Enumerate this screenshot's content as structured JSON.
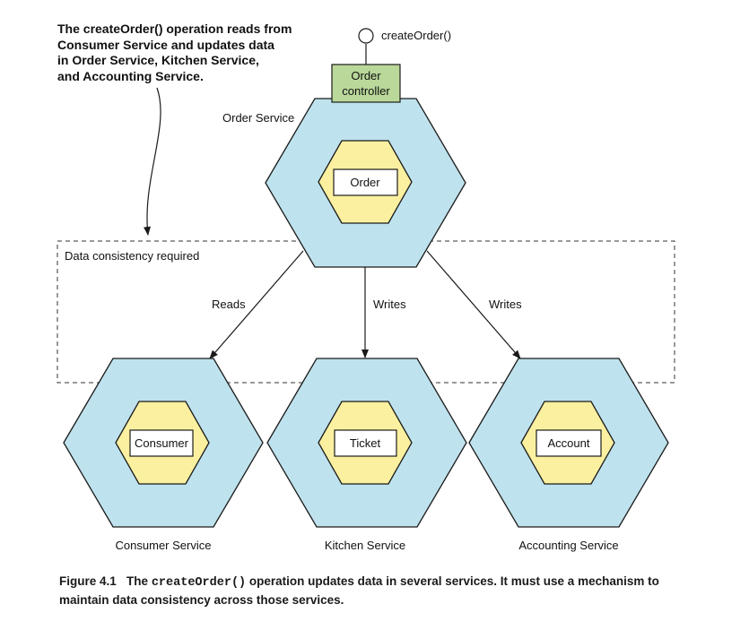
{
  "annotation": {
    "lines": [
      "The createOrder() operation reads from",
      "Consumer Service and updates data",
      "in Order Service, Kitchen Service,",
      "and Accounting Service."
    ]
  },
  "operation_label": "createOrder()",
  "controller": {
    "line1": "Order",
    "line2": "controller"
  },
  "services": {
    "order": {
      "name": "Order Service",
      "entity": "Order"
    },
    "consumer": {
      "name": "Consumer Service",
      "entity": "Consumer"
    },
    "kitchen": {
      "name": "Kitchen Service",
      "entity": "Ticket"
    },
    "accounting": {
      "name": "Accounting Service",
      "entity": "Account"
    }
  },
  "consistency_region_label": "Data consistency required",
  "edges": {
    "reads": "Reads",
    "writes_kitchen": "Writes",
    "writes_accounting": "Writes"
  },
  "caption": {
    "figure": "Figure 4.1",
    "code": "createOrder()",
    "prefix": "The",
    "text": "operation updates data in several services. It must use a mechanism to maintain data consistency across those services."
  },
  "colors": {
    "service_hexagon": "#bfe3ee",
    "aggregate_hexagon": "#fbf0a0",
    "controller": "#b9d89a"
  }
}
